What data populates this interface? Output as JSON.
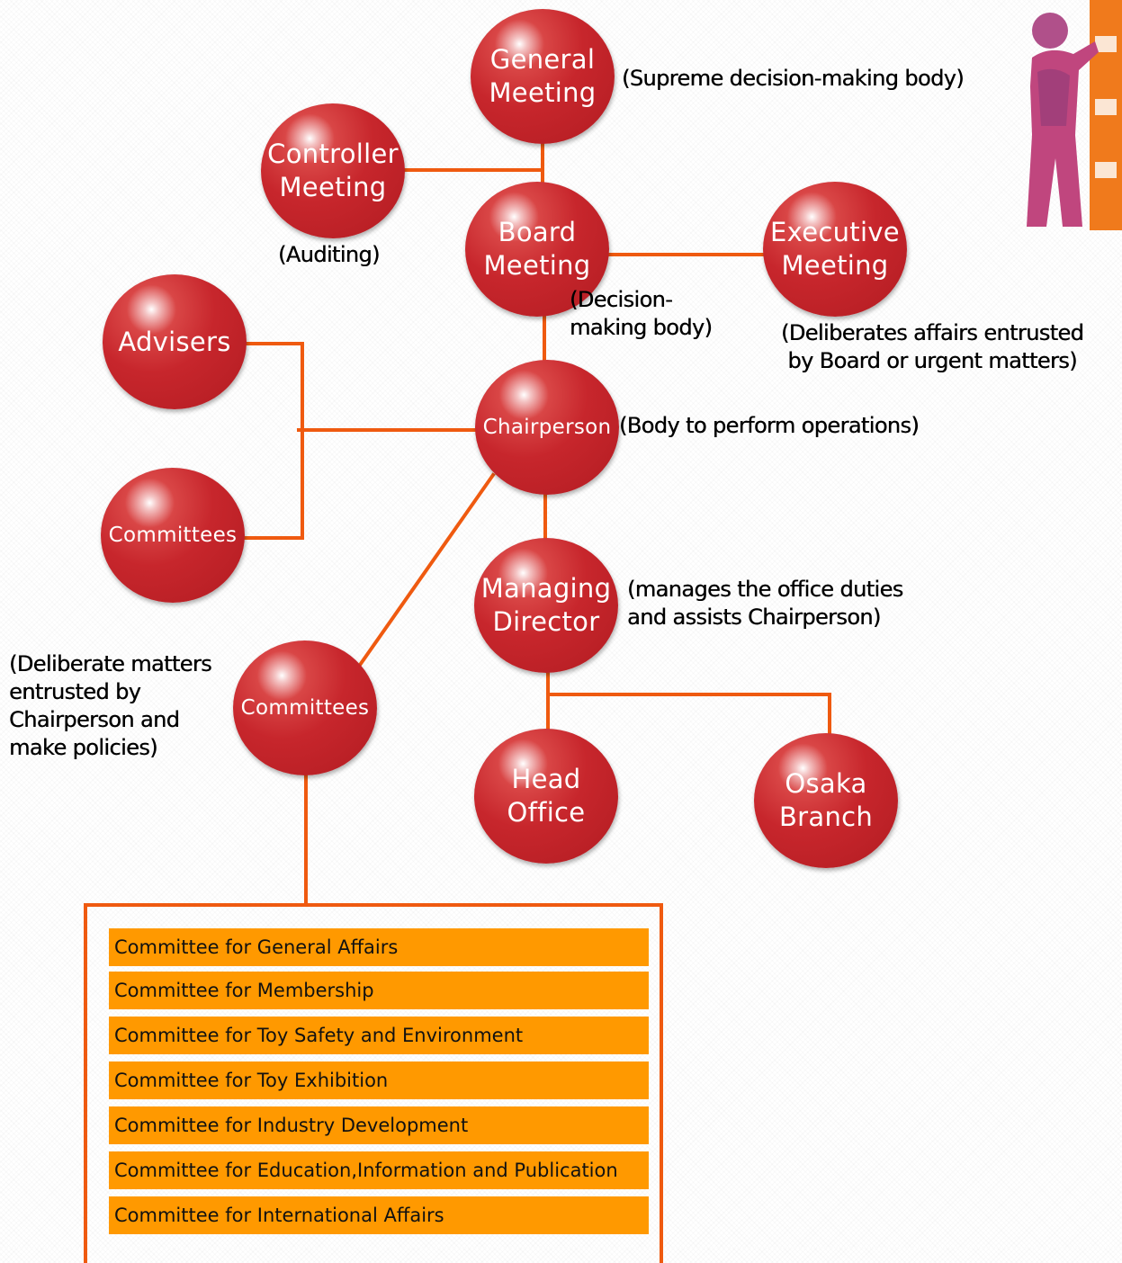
{
  "nodes": {
    "general_meeting": "General\nMeeting",
    "controller_meeting": "Controller\nMeeting",
    "board_meeting": "Board\nMeeting",
    "executive_meeting": "Executive\nMeeting",
    "advisers": "Advisers",
    "committees_upper": "Committees",
    "chairperson": "Chairperson",
    "managing_director": "Managing\nDirector",
    "committees_lower": "Committees",
    "head_office": "Head\nOffice",
    "osaka_branch": "Osaka\nBranch"
  },
  "notes": {
    "general_meeting": "(Supreme decision-making body)",
    "controller_meeting": "(Auditing)",
    "board_meeting": "(Decision-\nmaking body)",
    "executive_meeting": "(Deliberates affairs entrusted\nby Board or urgent matters)",
    "chairperson": "(Body to perform operations)",
    "managing_director": "(manages the office duties\nand assists Chairperson)",
    "committees_lower": "(Deliberate matters\nentrusted by\nChairperson and\nmake policies)"
  },
  "committee_list": [
    "Committee for General Affairs",
    "Committee for Membership",
    "Committee for Toy Safety and Environment",
    "Committee for Toy Exhibition",
    "Committee for Industry Development",
    "Committee for Education,Information and Publication",
    "Committee for International Affairs"
  ],
  "colors": {
    "node": "#c7262c",
    "connector": "#ef5a10",
    "list_item": "#ff9900"
  }
}
